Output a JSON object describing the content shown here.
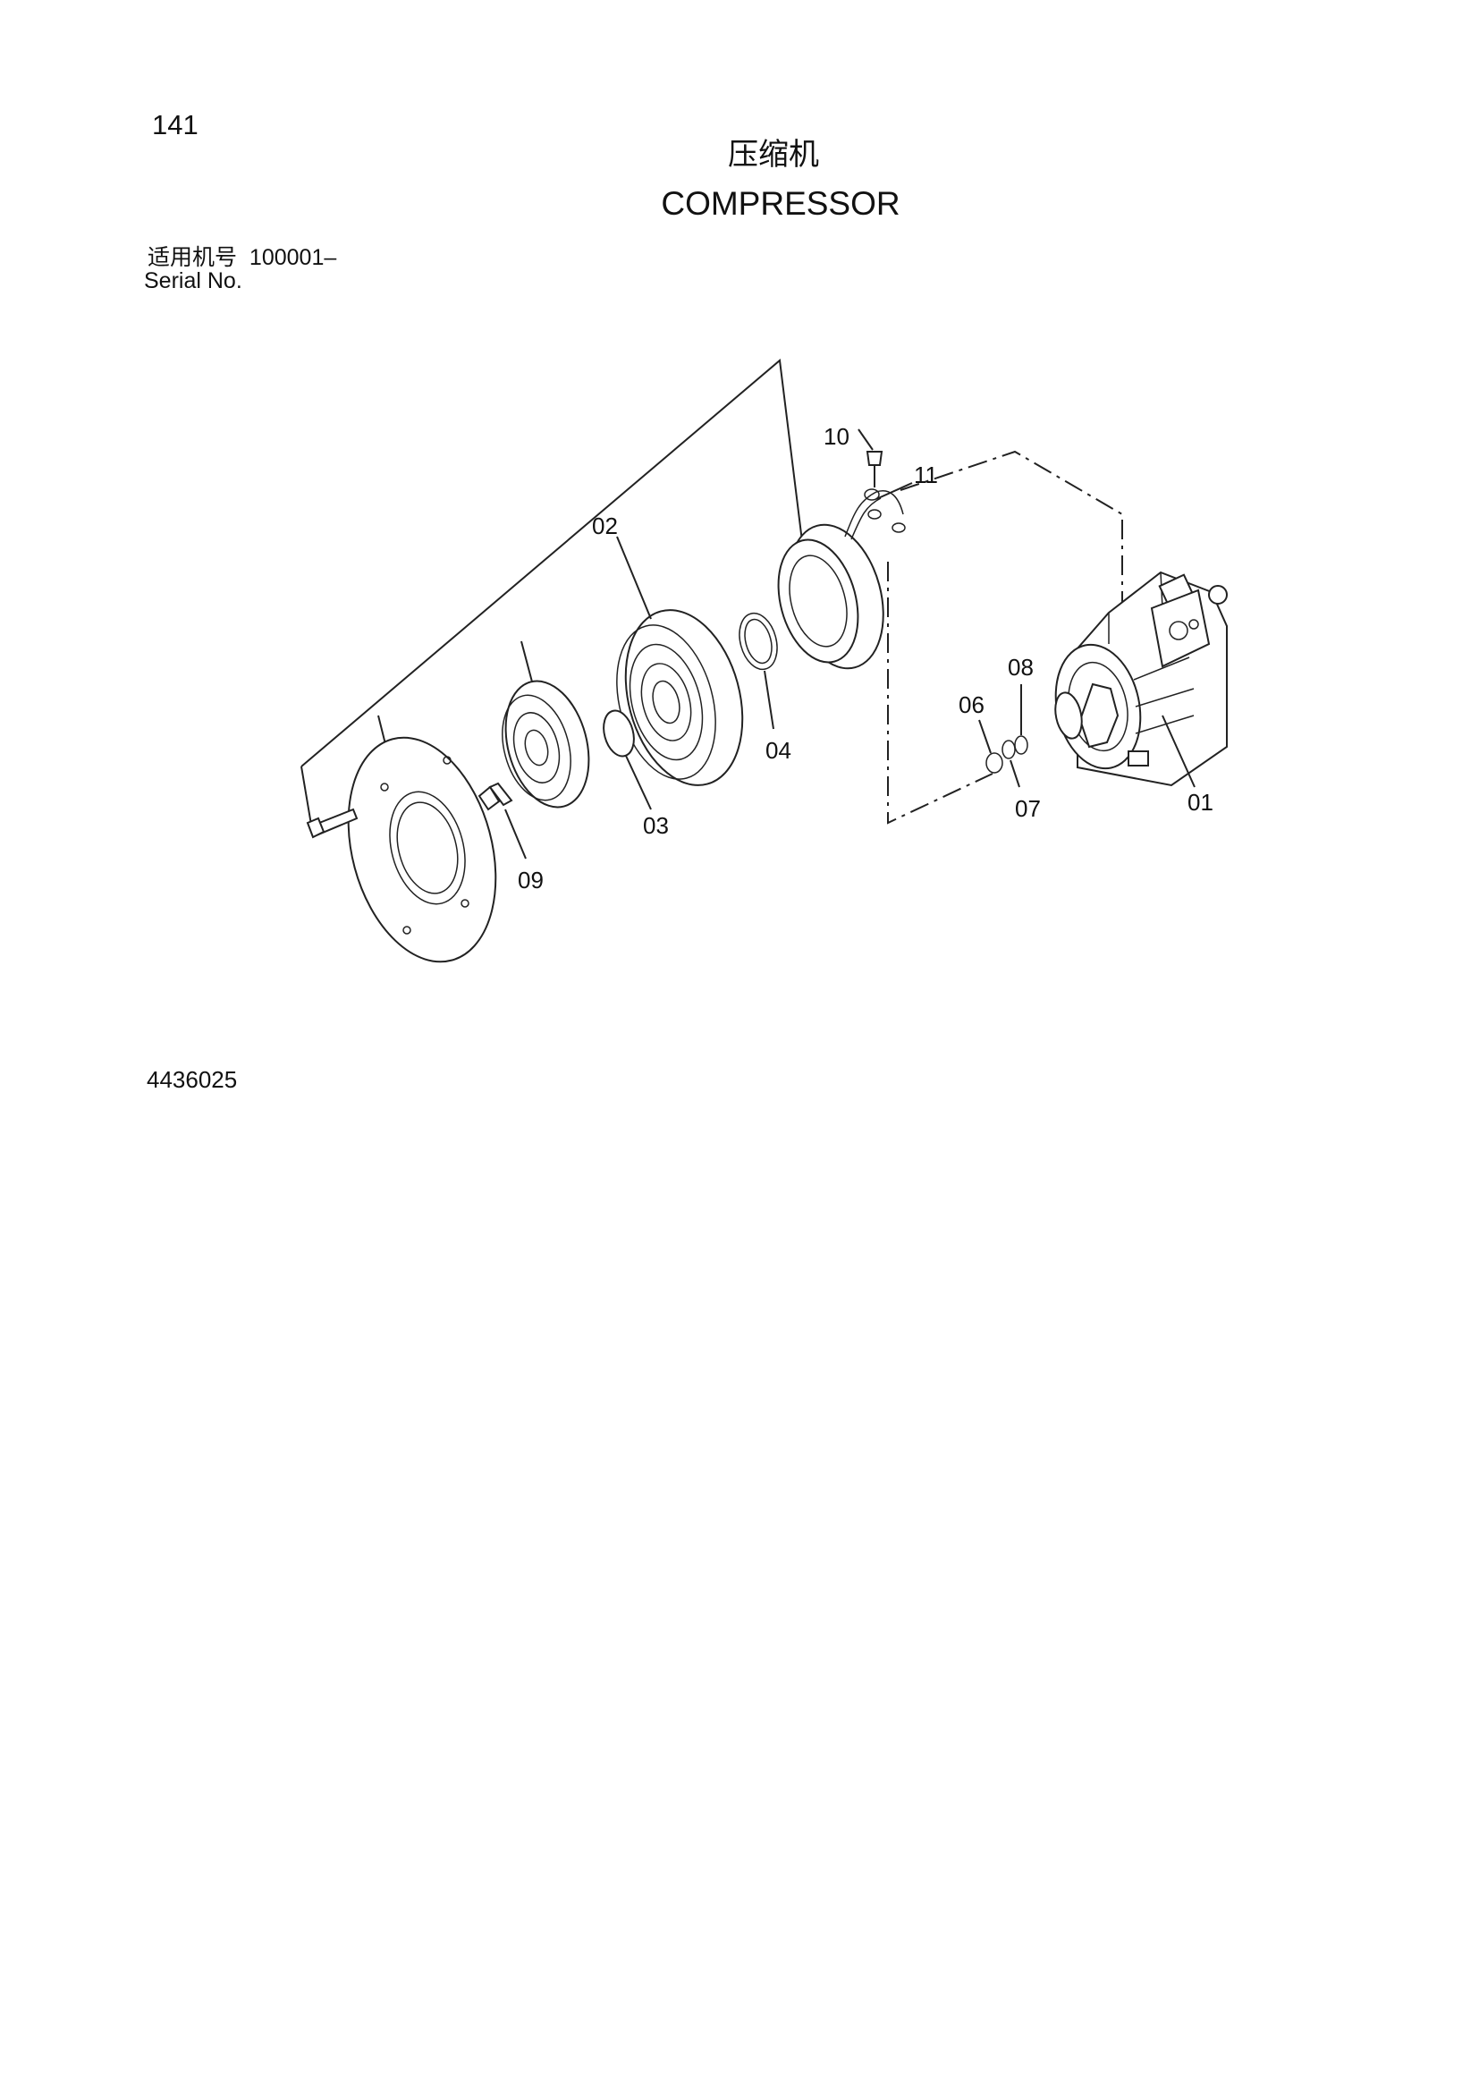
{
  "page_number": "141",
  "title_cn": "压缩机",
  "title_en": "COMPRESSOR",
  "serial_label_cn": "适用机号",
  "serial_range": "100001–",
  "serial_label_en": "Serial No.",
  "ref_code": "4436025",
  "callouts": {
    "c01": "01",
    "c02": "02",
    "c03": "03",
    "c04": "04",
    "c06": "06",
    "c07": "07",
    "c08": "08",
    "c09": "09",
    "c10": "10",
    "c11": "11"
  }
}
